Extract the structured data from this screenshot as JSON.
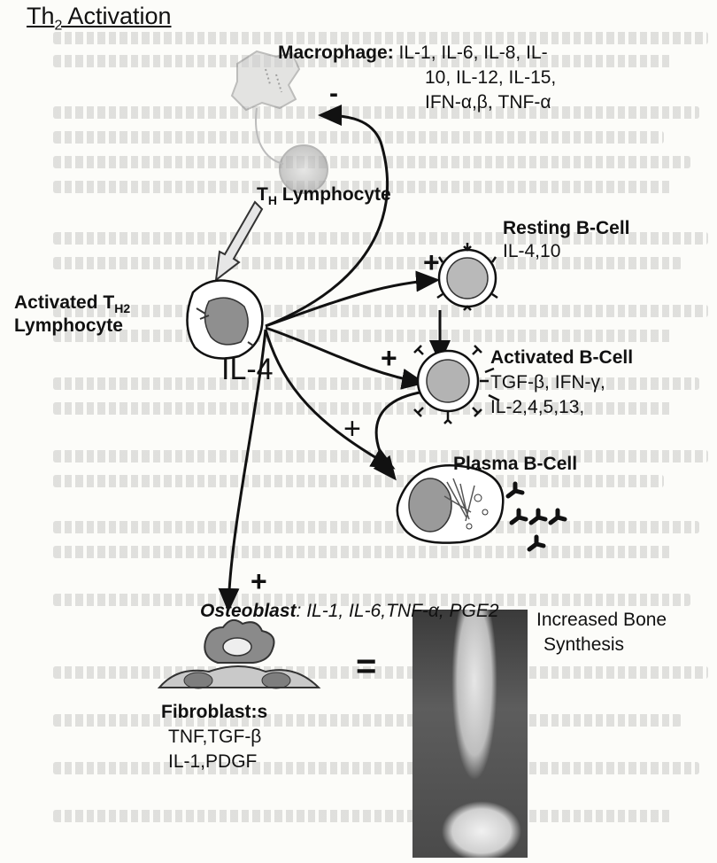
{
  "title": {
    "main": "Th",
    "sub": "2",
    "rest": " Activation"
  },
  "macrophage": {
    "name": "Macrophage:",
    "cytokines_line1": " IL-1, IL-6, IL-8, IL-",
    "cytokines_line2": "10, IL-12, IL-15,",
    "cytokines_line3": "IFN-α,β, TNF-α",
    "sign": "-"
  },
  "th_lymphocyte": {
    "main": "T",
    "sub": "H",
    "rest": " Lymphocyte"
  },
  "activated_th2": {
    "line1": "Activated T",
    "sub": "H2",
    "line2": "Lymphocyte",
    "cytokine": "IL-4"
  },
  "resting_b": {
    "name": "Resting B-Cell",
    "cytokines": "IL-4,10",
    "sign": "+"
  },
  "activated_b": {
    "name": "Activated B-Cell",
    "cytokines_line1": "TGF-β, IFN-γ,",
    "cytokines_line2": "IL-2,4,5,13,",
    "sign": "+"
  },
  "plasma_b": {
    "name": "Plasma B-Cell",
    "sign": "+"
  },
  "osteoblast": {
    "name": "Osteoblast",
    "cytokines": ": IL-1, IL-6,TNF-α, PGE2",
    "sign": "+"
  },
  "fibroblasts": {
    "name": "Fibroblast:s",
    "line1": "TNF,TGF-β",
    "line2": "IL-1,PDGF"
  },
  "equals": "=",
  "result": {
    "line1": "Increased Bone",
    "line2": "Synthesis"
  }
}
